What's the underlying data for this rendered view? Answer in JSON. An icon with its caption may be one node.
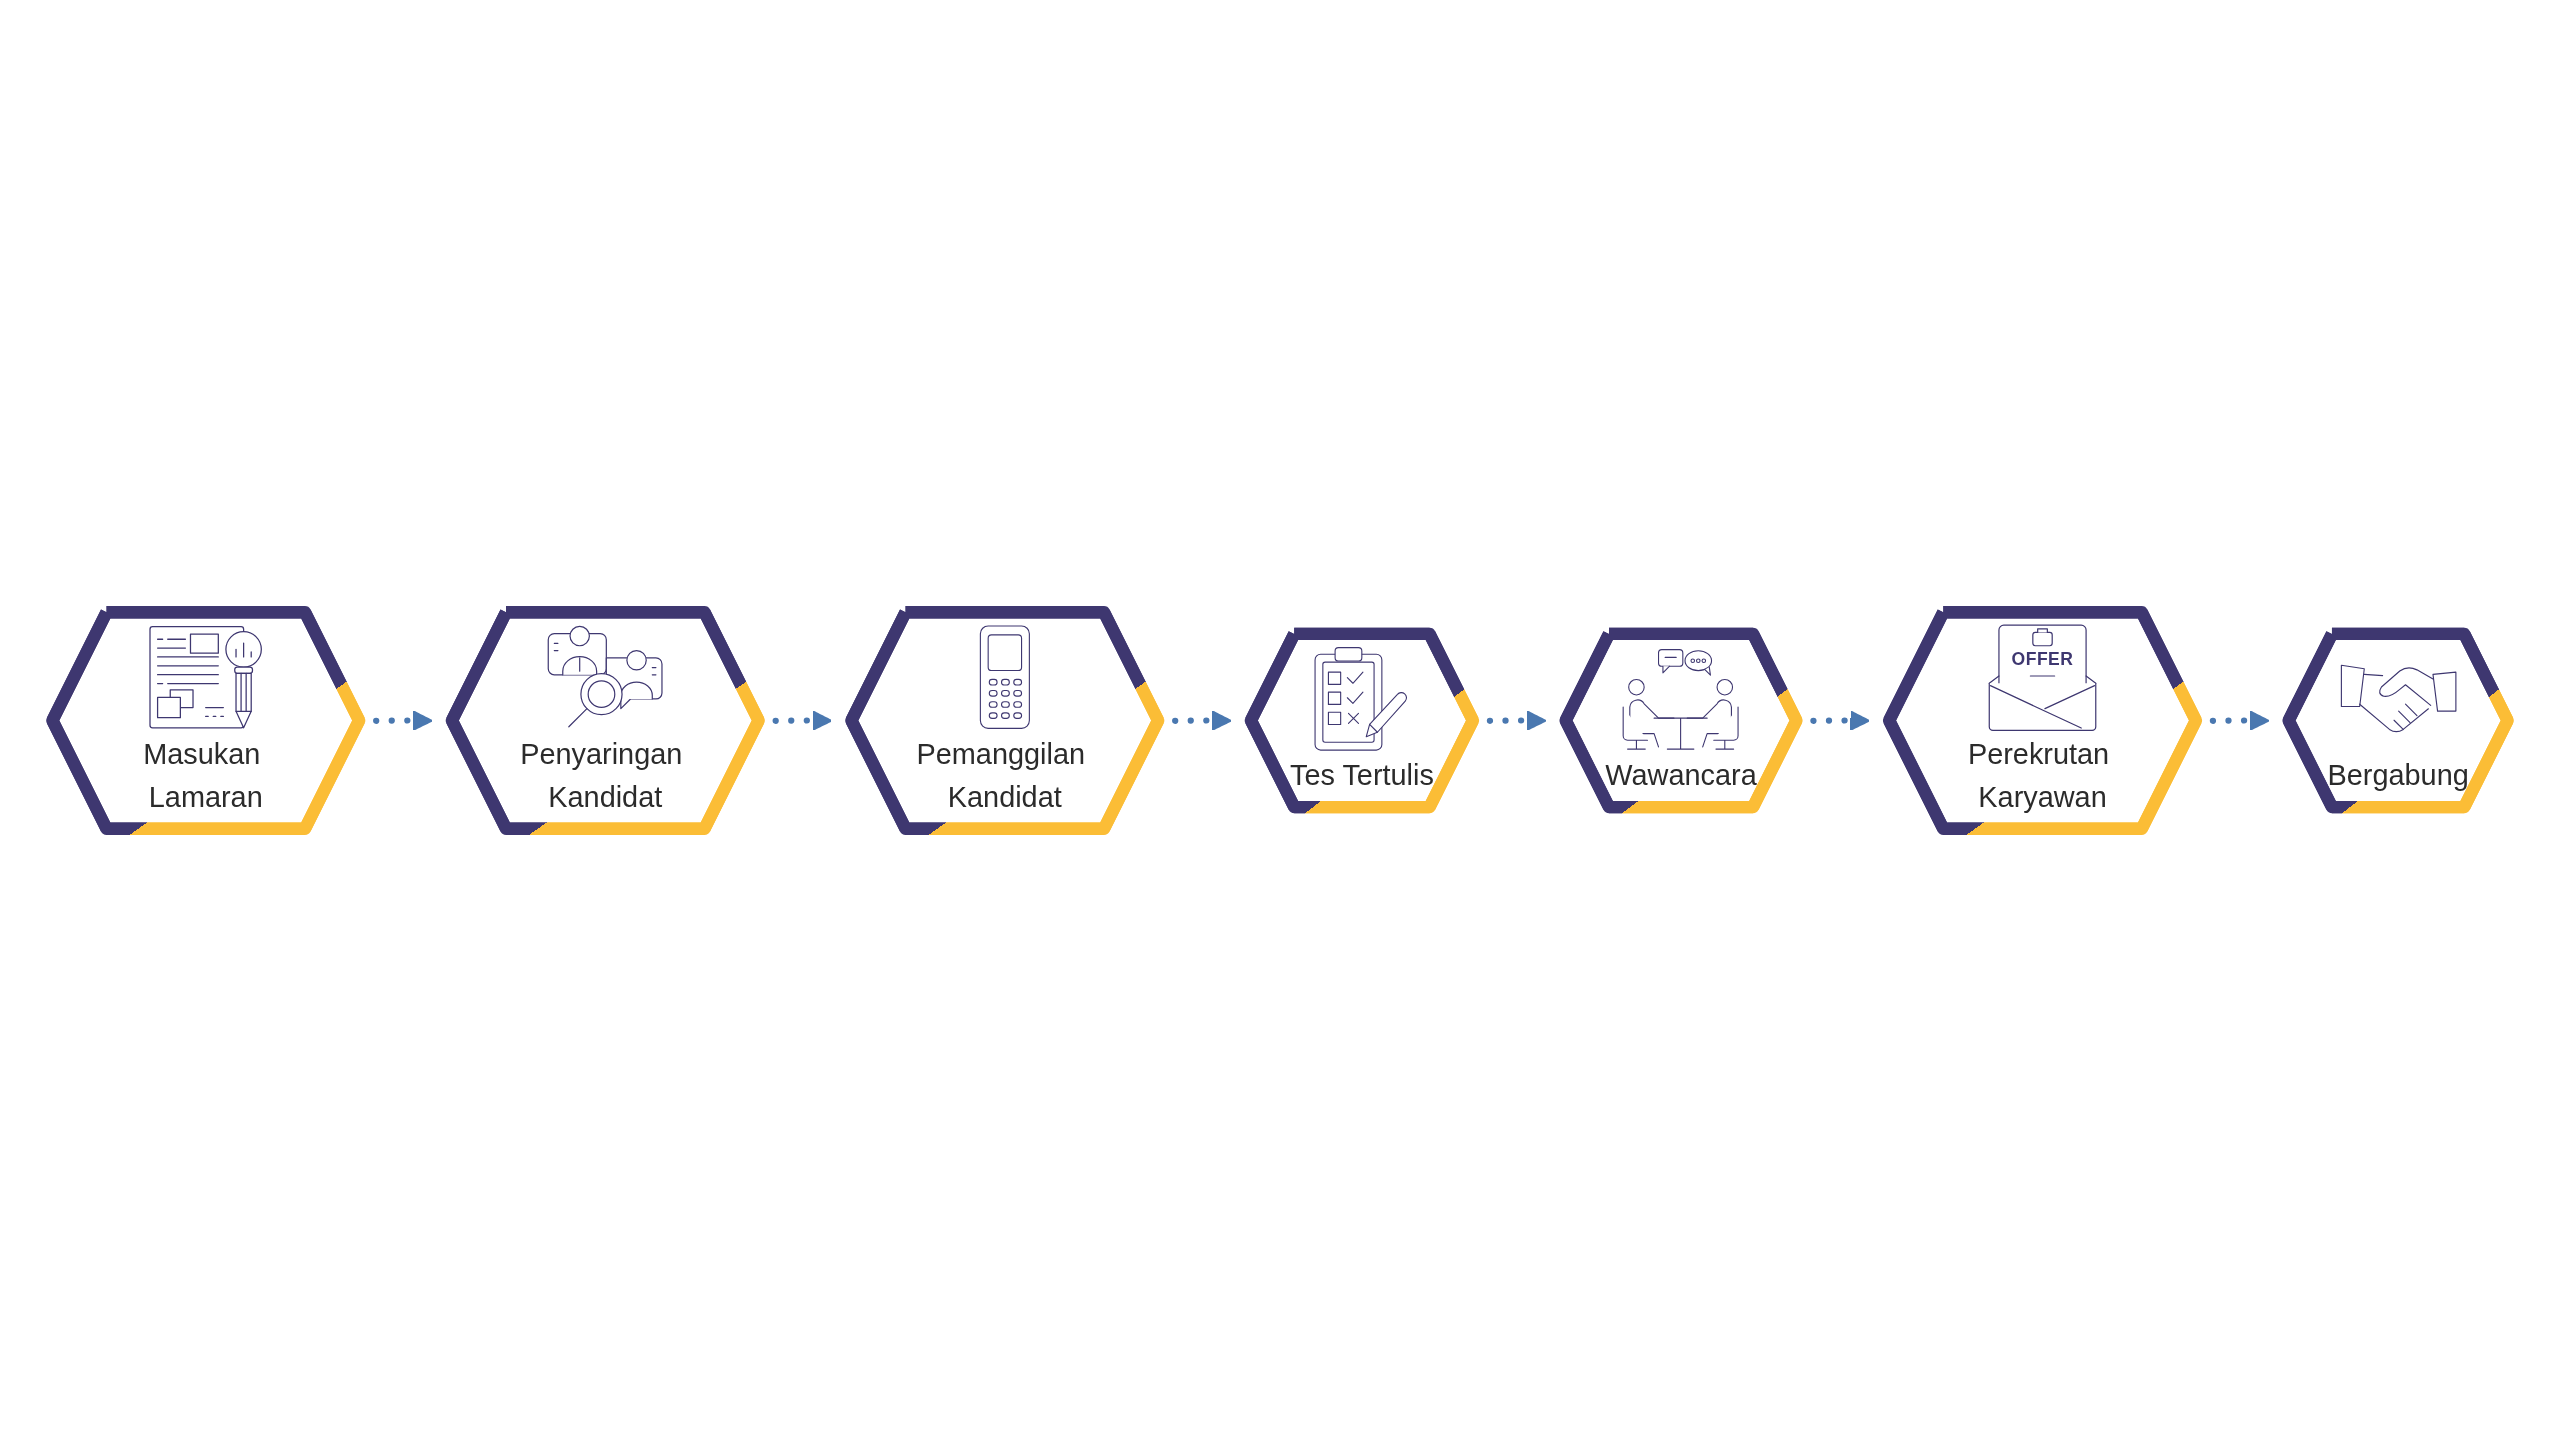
{
  "diagram": {
    "nodes": [
      {
        "text": [
          "Masukan Lamaran"
        ]
      },
      {
        "text": [
          "Penyaringan Kandidat"
        ]
      },
      {
        "text": [
          "Pemanggilan Kandidat"
        ]
      },
      {
        "text": [
          "Tes Tertulis"
        ]
      },
      {
        "text": [
          "Wawancara"
        ]
      },
      {
        "text": [
          "OFFER",
          "Perekrutan Karyawan"
        ]
      },
      {
        "text": [
          "Bergabung"
        ]
      }
    ],
    "edges": [
      {
        "from": 0,
        "to": 1,
        "arrow": "to",
        "style": "dashed"
      },
      {
        "from": 1,
        "to": 2,
        "arrow": "to",
        "style": "dashed"
      },
      {
        "from": 2,
        "to": 3,
        "arrow": "to",
        "style": "dashed"
      },
      {
        "from": 3,
        "to": 4,
        "arrow": "to",
        "style": "dashed"
      },
      {
        "from": 4,
        "to": 5,
        "arrow": "to",
        "style": "dashed"
      },
      {
        "from": 5,
        "to": 6,
        "arrow": "to",
        "style": "dashed"
      }
    ]
  }
}
